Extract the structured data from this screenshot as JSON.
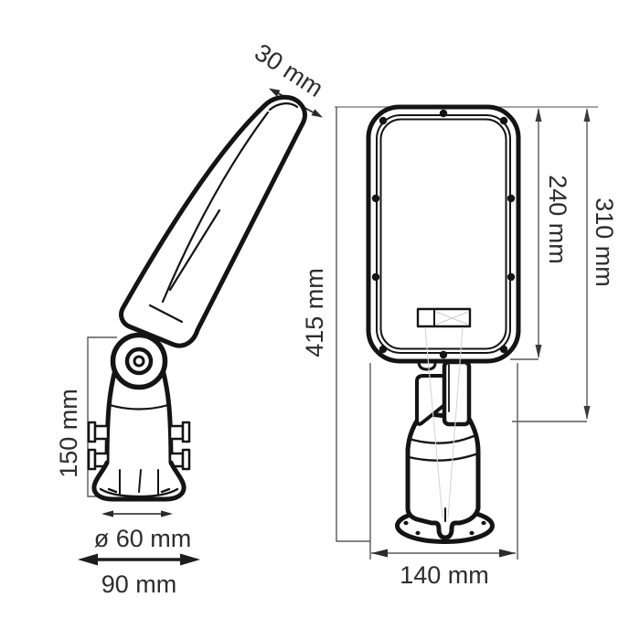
{
  "drawing": {
    "subject": "street-light-dimension-drawing",
    "colors": {
      "background": "#ffffff",
      "ink": "#141414",
      "dimension_line": "#585858",
      "construction_line": "#d6d6d6",
      "text": "#2d2d2d"
    }
  },
  "side_view": {
    "labels": {
      "head_thickness": "30 mm",
      "mount_height": "150 mm",
      "tube_diameter": "ø 60 mm",
      "base_width": "90 mm"
    }
  },
  "front_view": {
    "labels": {
      "total_height": "415 mm",
      "housing_height": "240 mm",
      "housing_plus_arm_height": "310 mm",
      "housing_width": "140 mm"
    }
  }
}
